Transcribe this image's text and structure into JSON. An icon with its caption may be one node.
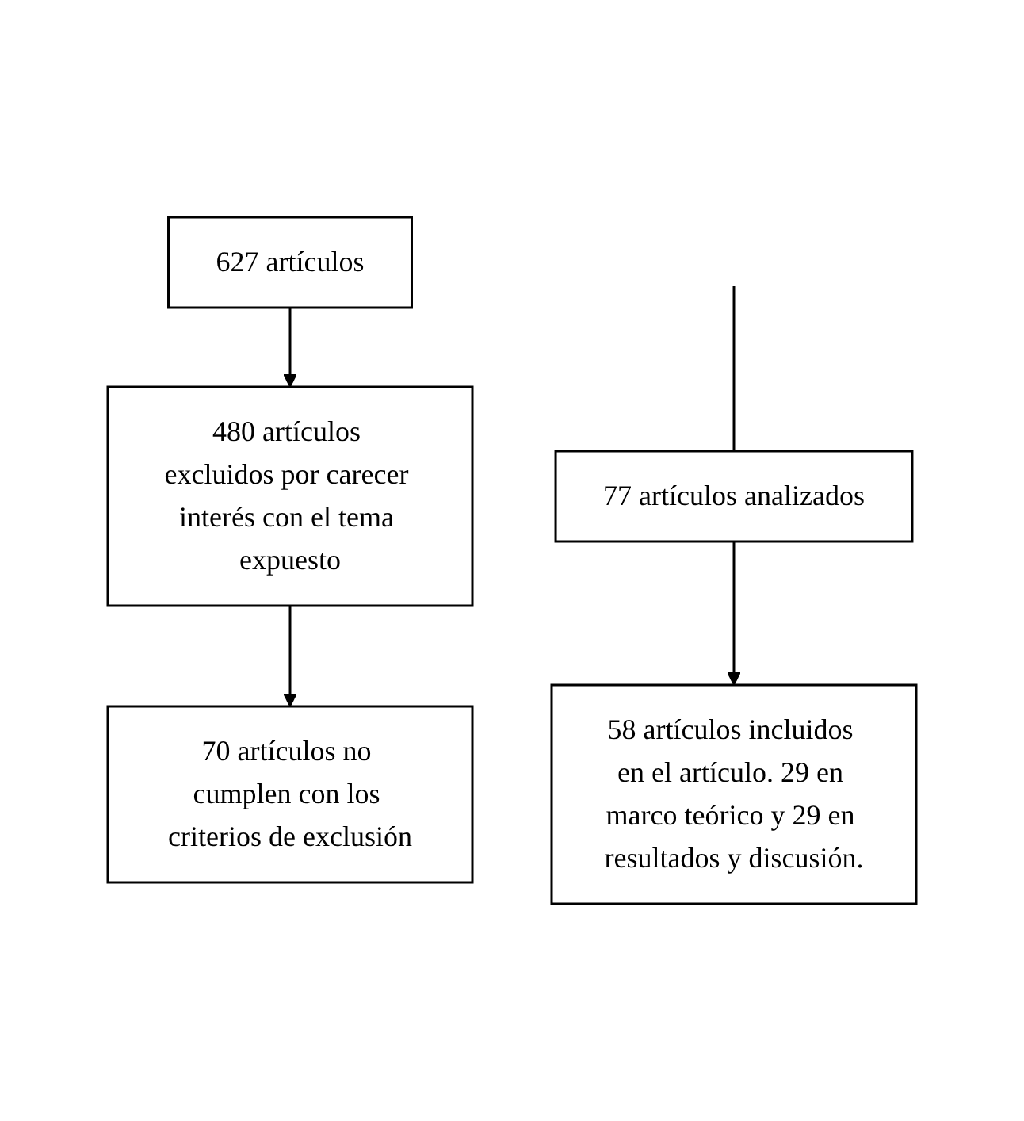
{
  "diagram": {
    "nodes": [
      {
        "text": [
          "627 artículos"
        ]
      },
      {
        "text": [
          "480 artículos excluidos por carecer interés con el tema expuesto"
        ]
      },
      {
        "text": [
          "70 artículos no cumplen con los criterios de exclusión"
        ]
      },
      {
        "text": [
          "77 artículos analizados"
        ]
      },
      {
        "text": [
          "58 artículos incluidos en el artículo. 29 en marco teórico y 29 en resultados y discusión."
        ]
      }
    ],
    "edges": [
      {
        "from": 0,
        "to": 1,
        "arrow": "to"
      },
      {
        "from": 1,
        "to": 2,
        "arrow": "to"
      },
      {
        "from": null,
        "to": 3,
        "arrow": "none"
      },
      {
        "from": 3,
        "to": 4,
        "arrow": "to"
      }
    ]
  }
}
